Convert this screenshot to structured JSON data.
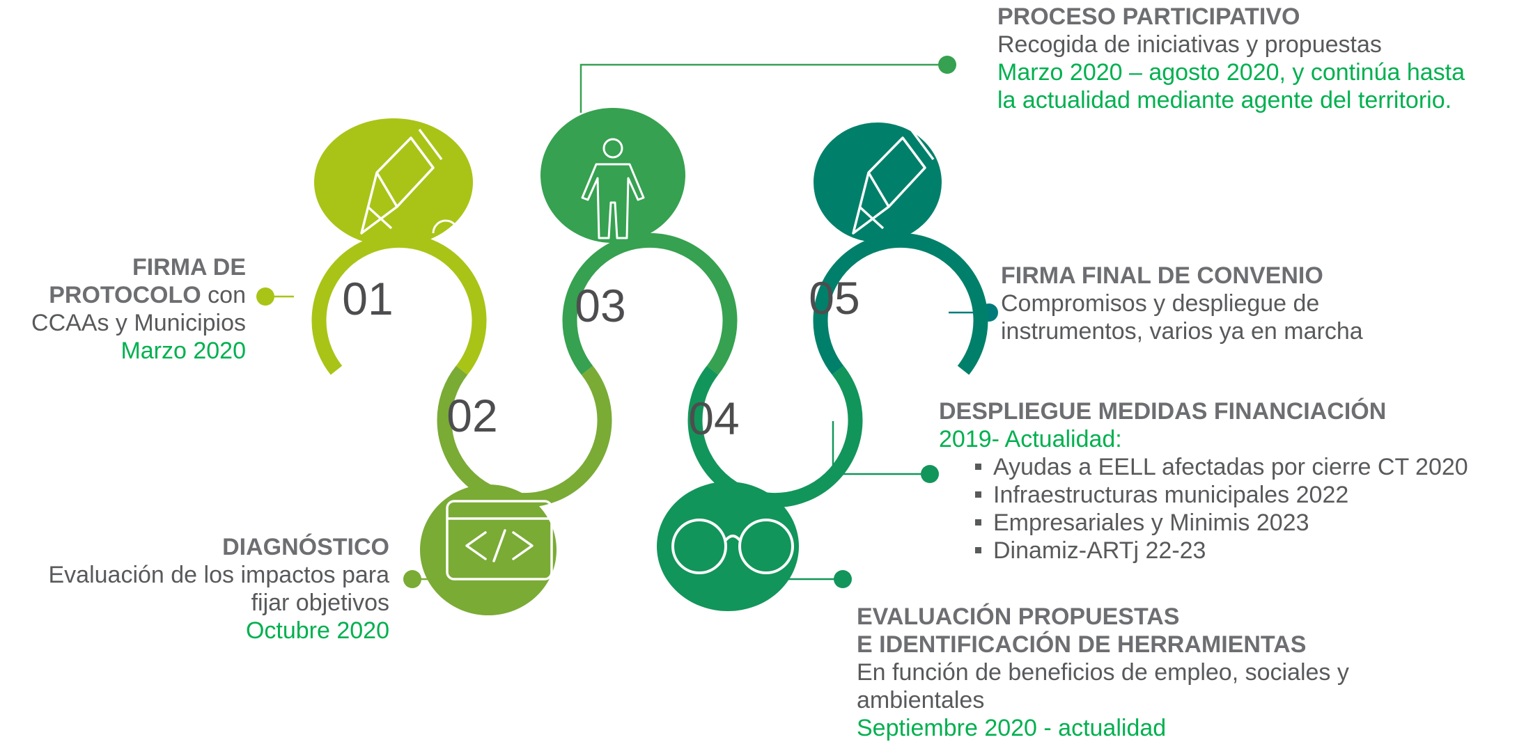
{
  "steps": [
    {
      "number": "01",
      "title_part1": "FIRMA DE",
      "title_part2": "PROTOCOLO",
      "title_suffix": "con",
      "line2": "CCAAs y Municipios",
      "date": "Marzo 2020",
      "color": "#a9c416"
    },
    {
      "number": "02",
      "title": "DIAGNÓSTICO",
      "line1": "Evaluación de los impactos para",
      "line2": "fijar objetivos",
      "date": "Octubre 2020",
      "color": "#7aab35"
    },
    {
      "number": "03",
      "title": "PROCESO PARTICIPATIVO",
      "line1": "Recogida de iniciativas y propuestas",
      "date_line1": "Marzo 2020 – agosto 2020, y continúa hasta",
      "date_line2": "la actualidad mediante agente del territorio.",
      "color": "#36a150"
    },
    {
      "number": "04",
      "title_line1": "EVALUACIÓN PROPUESTAS",
      "title_line2": "E IDENTIFICACIÓN DE HERRAMIENTAS",
      "line1": "En función de beneficios de empleo, sociales y",
      "line2": "ambientales",
      "date": "Septiembre 2020 - actualidad",
      "color": "#12955a"
    },
    {
      "number": "05",
      "title": "FIRMA FINAL DE CONVENIO",
      "line1": "Compromisos y despliegue de",
      "line2": "instrumentos, varios ya en marcha",
      "color": "#00806a"
    }
  ],
  "financing": {
    "title": "DESPLIEGUE MEDIDAS FINANCIACIÓN",
    "date": "2019- Actualidad:",
    "items": [
      "Ayudas a EELL afectadas por cierre CT 2020",
      "Infraestructuras municipales 2022",
      "Empresariales y Minimis 2023",
      "Dinamiz-ARTj 22-23"
    ]
  },
  "colors": {
    "title_gray": "#6d6e71",
    "text_gray": "#58595b",
    "date_green": "#00b04f"
  },
  "icons": [
    "pencil-icon",
    "code-window-icon",
    "person-icon",
    "glasses-icon",
    "pencil-icon"
  ]
}
